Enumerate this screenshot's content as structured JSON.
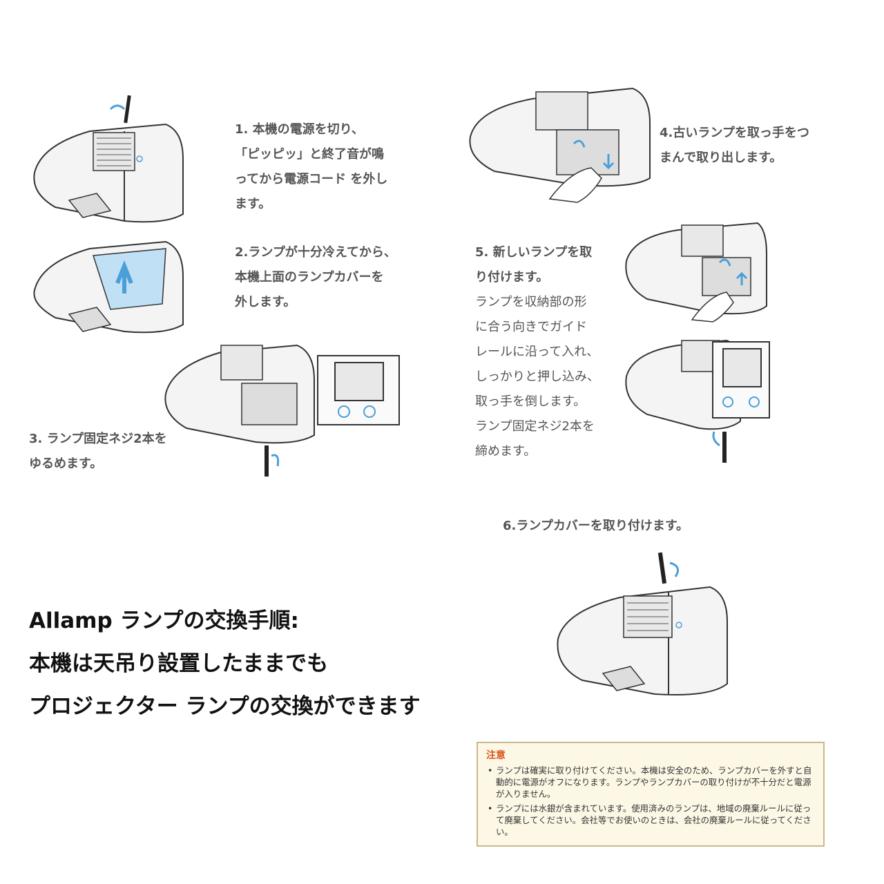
{
  "steps": {
    "s1": [
      "1. 本機の電源を切り、",
      "「ピッピッ」と終了音が鳴",
      "ってから電源コード を外し",
      "ます。"
    ],
    "s2": [
      "2.ランプが十分冷えてから、",
      "本機上面のランプカバーを",
      "外します。"
    ],
    "s3": [
      "3. ランプ固定ネジ2本を",
      "ゆるめます。"
    ],
    "s4": [
      "4.古いランプを取っ手をつ",
      "まんで取り出します。"
    ],
    "s5_bold": [
      "5. 新しいランプを取",
      "り付けます。"
    ],
    "s5_normal": [
      "ランプを収納部の形",
      "に合う向きでガイド",
      "レールに沿って入れ、",
      "しっかりと押し込み、",
      "取っ手を倒します。",
      "ランプ固定ネジ2本を",
      "締めます。"
    ],
    "s6": "6.ランプカバーを取り付けます。"
  },
  "headline": [
    "Allamp ランプの交換手順:",
    "本機は天吊り設置したままでも",
    "プロジェクター ランプの交換ができます"
  ],
  "notice": {
    "title": "注意",
    "items": [
      "ランプは確実に取り付けてください。本機は安全のため、ランプカバーを外すと自動的に電源がオフになります。ランプやランプカバーの取り付けが不十分だと電源が入りません。",
      "ランプには水銀が含まれています。使用済みのランプは、地域の廃棄ルールに従って廃棄してください。会社等でお使いのときは、会社の廃棄ルールに従ってください。"
    ]
  },
  "colors": {
    "accent_blue": "#4a9fd8",
    "cover_blue": "#bfe0f5",
    "notice_title": "#d9541c"
  },
  "icons": [
    "projector-illustration",
    "screwdriver-icon",
    "rotate-arrow-icon",
    "up-arrow-icon",
    "hand-illustration"
  ]
}
